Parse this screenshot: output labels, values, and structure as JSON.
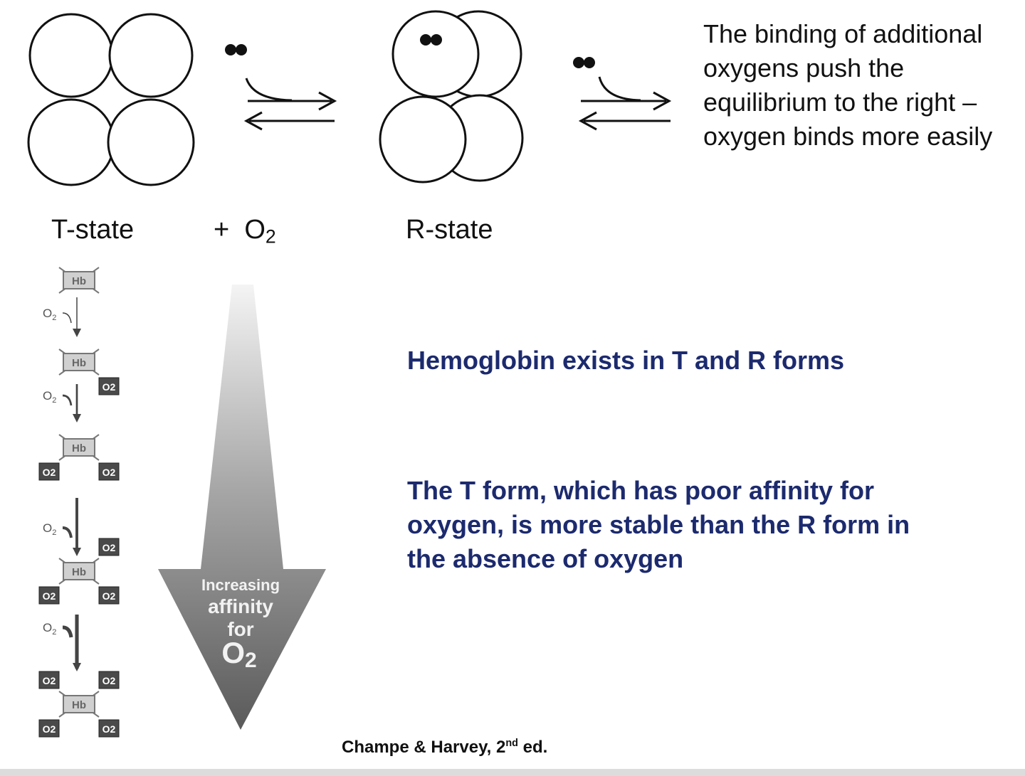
{
  "top_note": "The binding of additional oxygens push the equilibrium to the right – oxygen binds more easily",
  "labels": {
    "t_state": "T-state",
    "plus": "+",
    "o2_letter": "O",
    "o2_sub": "2",
    "r_state": "R-state"
  },
  "statements": {
    "line1": "Hemoglobin exists in T and R forms",
    "line2": "The T form, which has poor affinity for oxygen, is more stable than the R form in the absence of oxygen"
  },
  "ladder": {
    "hb_label": "Hb",
    "o2_label": "O2",
    "step_o2_letter": "O",
    "step_o2_sub": "2",
    "bound_counts": [
      0,
      1,
      2,
      3,
      4
    ]
  },
  "affinity_arrow": {
    "line1": "Increasing",
    "line2": "affinity",
    "line3": "for",
    "line4_letter": "O",
    "line4_sub": "2"
  },
  "citation": {
    "prefix": "Champe & Harvey, 2",
    "sup": "nd",
    "suffix": " ed."
  },
  "colors": {
    "statement_blue": "#1c2a6e",
    "arrow_dark": "#5a5a5a",
    "arrow_light": "#f4f4f4",
    "o2_box": "#4a4a4a",
    "hb_box": "#d0d0d0"
  }
}
